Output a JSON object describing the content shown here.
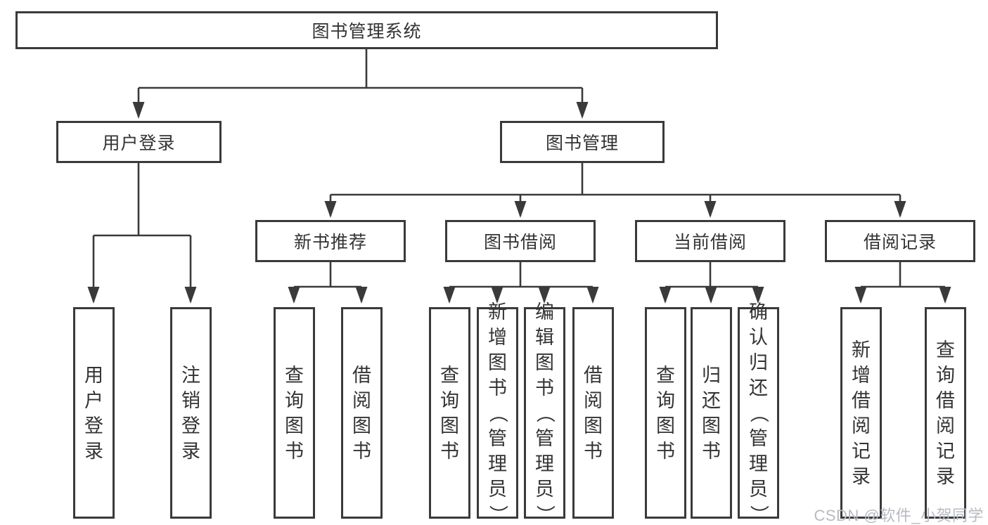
{
  "diagram": {
    "nodes": {
      "root": {
        "label": "图书管理系统"
      },
      "user_login": {
        "label": "用户登录"
      },
      "book_mgmt": {
        "label": "图书管理"
      },
      "new_book_rec": {
        "label": "新书推荐"
      },
      "book_borrow": {
        "label": "图书借阅"
      },
      "current_borrow": {
        "label": "当前借阅"
      },
      "borrow_records": {
        "label": "借阅记录"
      },
      "leaf_user_login": {
        "label": "用户登录"
      },
      "leaf_logout": {
        "label": "注销登录"
      },
      "leaf_query_book_new": {
        "label": "查询图书"
      },
      "leaf_borrow_book_new": {
        "label": "借阅图书"
      },
      "leaf_query_book_bor": {
        "label": "查询图书"
      },
      "leaf_add_book": {
        "label": "新增图书（管理员）"
      },
      "leaf_edit_book": {
        "label": "编辑图书（管理员）"
      },
      "leaf_borrow_book_bor": {
        "label": "借阅图书"
      },
      "leaf_query_book_cur": {
        "label": "查询图书"
      },
      "leaf_return_book": {
        "label": "归还图书"
      },
      "leaf_confirm_return": {
        "label": "确认归还（管理员）"
      },
      "leaf_add_record": {
        "label": "新增借阅记录"
      },
      "leaf_query_record": {
        "label": "查询借阅记录"
      }
    },
    "hierarchy": {
      "图书管理系统": {
        "用户登录": [
          "用户登录",
          "注销登录"
        ],
        "图书管理": {
          "新书推荐": [
            "查询图书",
            "借阅图书"
          ],
          "图书借阅": [
            "查询图书",
            "新增图书（管理员）",
            "编辑图书（管理员）",
            "借阅图书"
          ],
          "当前借阅": [
            "查询图书",
            "归还图书",
            "确认归还（管理员）"
          ],
          "借阅记录": [
            "新增借阅记录",
            "查询借阅记录"
          ]
        }
      }
    },
    "colors": {
      "line": "#3a3a3a",
      "box_border": "#3a3a3a",
      "box_fill": "#ffffff",
      "text": "#333333",
      "background": "#ffffff",
      "watermark_text": "#b7bbc1"
    }
  },
  "watermark": {
    "text": "CSDN @软件_小贺同学"
  }
}
